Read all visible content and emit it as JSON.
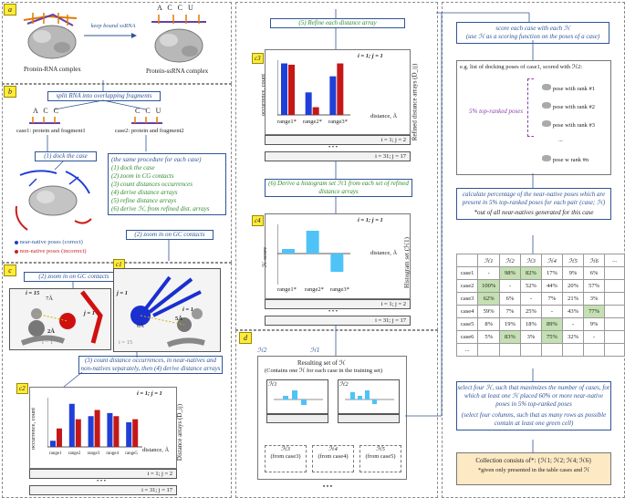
{
  "panel_a": {
    "tag": "a",
    "arrow_label": "keep bound ssRNA",
    "left_caption": "Protein-RNA complex",
    "right_caption": "Protein-ssRNA complex",
    "rna_letters": "A C C U"
  },
  "panel_b": {
    "tag": "b",
    "split_box": "split RNA into overlapping fragments",
    "frag1_letters": "A C C",
    "frag2_letters": "C C U",
    "case1": "case1: protein and fragment1",
    "case2": "case2: protein and fragment2",
    "dock_box": "(1) dock the case",
    "legend_near": "near-native poses (correct)",
    "legend_non": "non-native poses (incorrect)",
    "procedure_title": "(the same procedure for each case)",
    "procedure": [
      "(1) dock the case",
      "(2) zoom in CG contacts",
      "(3) count distances occurrences",
      "(4) derive distance arrays",
      "(5) refine distance arrays",
      "(6) derive ℋ, from refined dist. arrays"
    ],
    "zoom_box": "(2) zoom in on GC contacts"
  },
  "panel_c": {
    "tag": "c",
    "zoom_box": "(2) zoom in on GC contacts",
    "i15": "i = 15",
    "j1": "j = 1",
    "d7a": "7Å",
    "d2a": "2Å",
    "im1": "i − 1",
    "c1_tag": "c1",
    "c1_j": "j = 1",
    "c1_i": "i = 1",
    "c1_5a": "5Å",
    "c1_6a": "6Å",
    "c1_i15": "i = 15",
    "count_box": "(3) count distance occurrences, in near-natives and non-natives separately, then (4) derive distance arrays",
    "c2_tag": "c2",
    "c2_header": "i = 1; j = 1",
    "c2_ylabel": "occurrence, count",
    "c2_xlabel": "distance, Å",
    "c2_ranges": [
      "range1",
      "range2",
      "range3",
      "range4",
      "range5"
    ],
    "c2_row2": "i = 1; j = 2",
    "c2_dots": "• • •",
    "c2_row3": "i = 31; j = 17",
    "c2_side": "Distance arrays (D_ij)"
  },
  "panel_c34": {
    "refine_box": "(5) Refine each distance array",
    "c3_tag": "c3",
    "c3_header": "i = 1; j = 1",
    "c3_ylabel": "occurrence, count",
    "c3_xlabel": "distance, Å",
    "c3_ranges": [
      "range1*",
      "range2*",
      "range3*"
    ],
    "c3_row2": "i = 1; j = 2",
    "c3_dots": "• • •",
    "c3_row3": "i = 31; j = 17",
    "c3_side": "Refined distance arrays (D_ij)",
    "derive_box": "(6) Derive a histogram set ℋ1 from each set of refined distance arrays",
    "c4_tag": "c4",
    "c4_header": "i = 1; j = 1",
    "c4_ylabel": "ℋ-score",
    "c4_xlabel": "distance, Å",
    "c4_ranges": [
      "range1*",
      "range2*",
      "range3*"
    ],
    "c4_row2": "i = 1; j = 2",
    "c4_dots": "• • •",
    "c4_row3": "i = 31; j = 17",
    "c4_side": "Histogram set (ℋ1)"
  },
  "panel_d": {
    "tag": "d",
    "h2": "ℋ2",
    "h1": "ℋ1",
    "result_title": "Resulting set of ℋ",
    "result_sub": "(Contains one ℋ for each case in the training set)",
    "mini1": "ℋ1",
    "mini2": "ℋ2",
    "h3": "ℋ3",
    "h3_sub": "(from case3)",
    "h4": "ℋ4",
    "h4_sub": "(from case4)",
    "h5": "ℋ5",
    "h5_sub": "(from case5)",
    "dots": "• • •"
  },
  "right_col": {
    "score_box_1": "score each case with each ℋ",
    "score_box_2": "(use ℋ as a scoring function on the poses of a case)",
    "eg_title": "e.g. list of docking poses of case1, scored with ℋ2:",
    "top_ranked": "5% top-ranked poses",
    "poses": [
      "pose with rank #1",
      "pose with rank #2",
      "pose with rank #3",
      "...",
      "pose w rank #n"
    ],
    "calc_box": "calculate percentage of the near-native poses which are present in 5% top-ranked poses for each pair (case; ℋ)",
    "calc_note": "*out of all near-natives generated for this case",
    "matrix_cols": [
      "ℋ1",
      "ℋ2",
      "ℋ3",
      "ℋ4",
      "ℋ5",
      "ℋ6",
      "..."
    ],
    "matrix_rows": [
      {
        "name": "case1",
        "cells": [
          "-",
          "98%",
          "82%",
          "17%",
          "9%",
          "6%",
          ""
        ]
      },
      {
        "name": "case2",
        "cells": [
          "100%",
          "-",
          "52%",
          "44%",
          "20%",
          "57%",
          ""
        ]
      },
      {
        "name": "case3",
        "cells": [
          "62%",
          "6%",
          "-",
          "7%",
          "21%",
          "3%",
          ""
        ]
      },
      {
        "name": "case4",
        "cells": [
          "59%",
          "7%",
          "25%",
          "-",
          "43%",
          "77%",
          ""
        ]
      },
      {
        "name": "case5",
        "cells": [
          "8%",
          "19%",
          "18%",
          "89%",
          "-",
          "9%",
          ""
        ]
      },
      {
        "name": "case6",
        "cells": [
          "5%",
          "83%",
          "3%",
          "75%",
          "32%",
          "-",
          ""
        ]
      },
      {
        "name": "...",
        "cells": [
          "",
          "",
          "",
          "",
          "",
          "",
          ""
        ]
      }
    ],
    "select_box": "select four ℋ, such that maximizes the number of cases, for which at least one ℋ placed 60% or more near-native poses in 5% top-ranked poses",
    "select_note": "(select four columns, such that as many rows as possible contain at least one green cell)",
    "collection": "Collection consists of*: {ℋ1; ℋ2; ℋ4; ℋ6}",
    "collection_note": "*given only presented in the table cases and ℋ"
  },
  "colors": {
    "blue_bar": "#1f3fd6",
    "red_bar": "#c41818",
    "cyan_bar": "#4fc3f7",
    "box_border": "#2f5597",
    "green_cell": "#c5e0b3",
    "tag": "#ffeb3b"
  },
  "chart_data": [
    {
      "type": "bar",
      "categories": [
        "range1",
        "range2",
        "range3",
        "range4",
        "range5"
      ],
      "series": [
        {
          "values": [
            10,
            70,
            50,
            55,
            40
          ]
        },
        {
          "values": [
            30,
            45,
            60,
            50,
            45
          ]
        }
      ]
    },
    {
      "type": "bar",
      "categories": [
        "range1*",
        "range2*",
        "range3*"
      ],
      "series": [
        {
          "values": [
            80,
            35,
            60
          ]
        },
        {
          "values": [
            78,
            12,
            80
          ]
        }
      ]
    },
    {
      "type": "bar",
      "categories": [
        "range1*",
        "range2*",
        "range3*"
      ],
      "series": [
        {
          "values": [
            5,
            25,
            -20
          ]
        }
      ]
    }
  ]
}
